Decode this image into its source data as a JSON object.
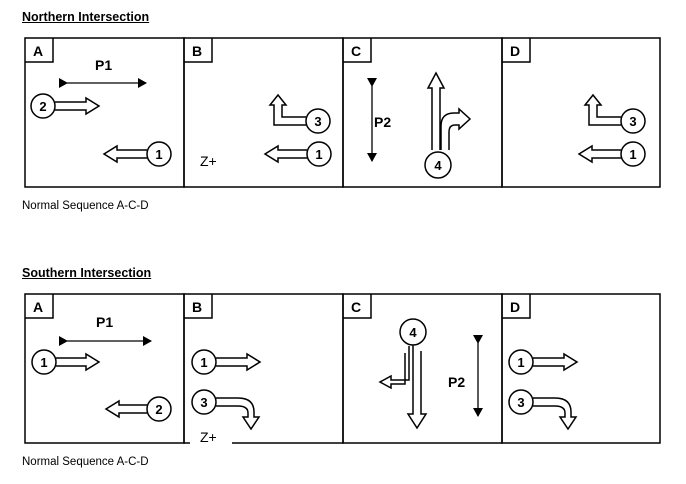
{
  "northern": {
    "title": "Northern Intersection",
    "sequence": "Normal Sequence A-C-D",
    "phases": [
      {
        "letter": "A",
        "ped": "P1",
        "movements": [
          "2",
          "1"
        ]
      },
      {
        "letter": "B",
        "zone": "Z+",
        "movements": [
          "3",
          "1"
        ]
      },
      {
        "letter": "C",
        "ped": "P2",
        "movements": [
          "4"
        ]
      },
      {
        "letter": "D",
        "movements": [
          "3",
          "1"
        ]
      }
    ]
  },
  "southern": {
    "title": "Southern Intersection",
    "sequence": "Normal Sequence A-C-D",
    "phases": [
      {
        "letter": "A",
        "ped": "P1",
        "movements": [
          "1",
          "2"
        ]
      },
      {
        "letter": "B",
        "zone": "Z+",
        "movements": [
          "1",
          "3"
        ]
      },
      {
        "letter": "C",
        "ped": "P2",
        "movements": [
          "4"
        ]
      },
      {
        "letter": "D",
        "movements": [
          "1",
          "3"
        ]
      }
    ]
  }
}
